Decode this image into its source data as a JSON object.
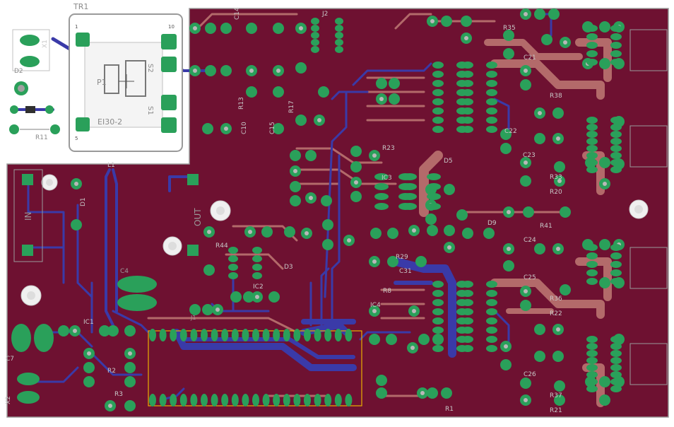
{
  "colors": {
    "board": "#6e1131",
    "copper_top": "#b36a6a",
    "copper_bottom": "#3a3aa8",
    "pad": "#2aa05a",
    "silk": "#c8c8c8",
    "outline": "#9a9a9a",
    "header_outline": "#e8b000"
  },
  "transformer": {
    "ref": "TR1",
    "model": "EI30-2",
    "primary": "P1",
    "secondary1": "S1",
    "secondary2": "S2",
    "pin1": "1",
    "pin5": "5",
    "pin10": "10"
  },
  "labels": {
    "in": "IN",
    "out": "OUT",
    "x1": "X1",
    "x2": "X2",
    "ic1": "IC1",
    "ic2": "IC2",
    "ic3": "IC3",
    "ic4": "IC4",
    "d1": "D1",
    "d2": "D2",
    "d3": "D3",
    "d5": "D5",
    "d9": "D9",
    "r1": "R1",
    "r2": "R2",
    "r3": "R3",
    "r8": "R8",
    "r11": "R11",
    "r13": "R13",
    "r17": "R17",
    "r20": "R20",
    "r21": "R21",
    "r22": "R22",
    "r23": "R23",
    "r29": "R29",
    "r33": "R33",
    "r35": "R35",
    "r36": "R36",
    "r37": "R37",
    "r38": "R38",
    "r41": "R41",
    "r44": "R44",
    "c4": "C4",
    "c7": "C7",
    "c10": "C10",
    "c14": "C14",
    "c15": "C15",
    "c21": "C21",
    "c22": "C22",
    "c23": "C23",
    "c24": "C24",
    "c25": "C25",
    "c26": "C26",
    "c31": "C31",
    "j1": "J1",
    "j2": "J2",
    "l1": "L1"
  }
}
